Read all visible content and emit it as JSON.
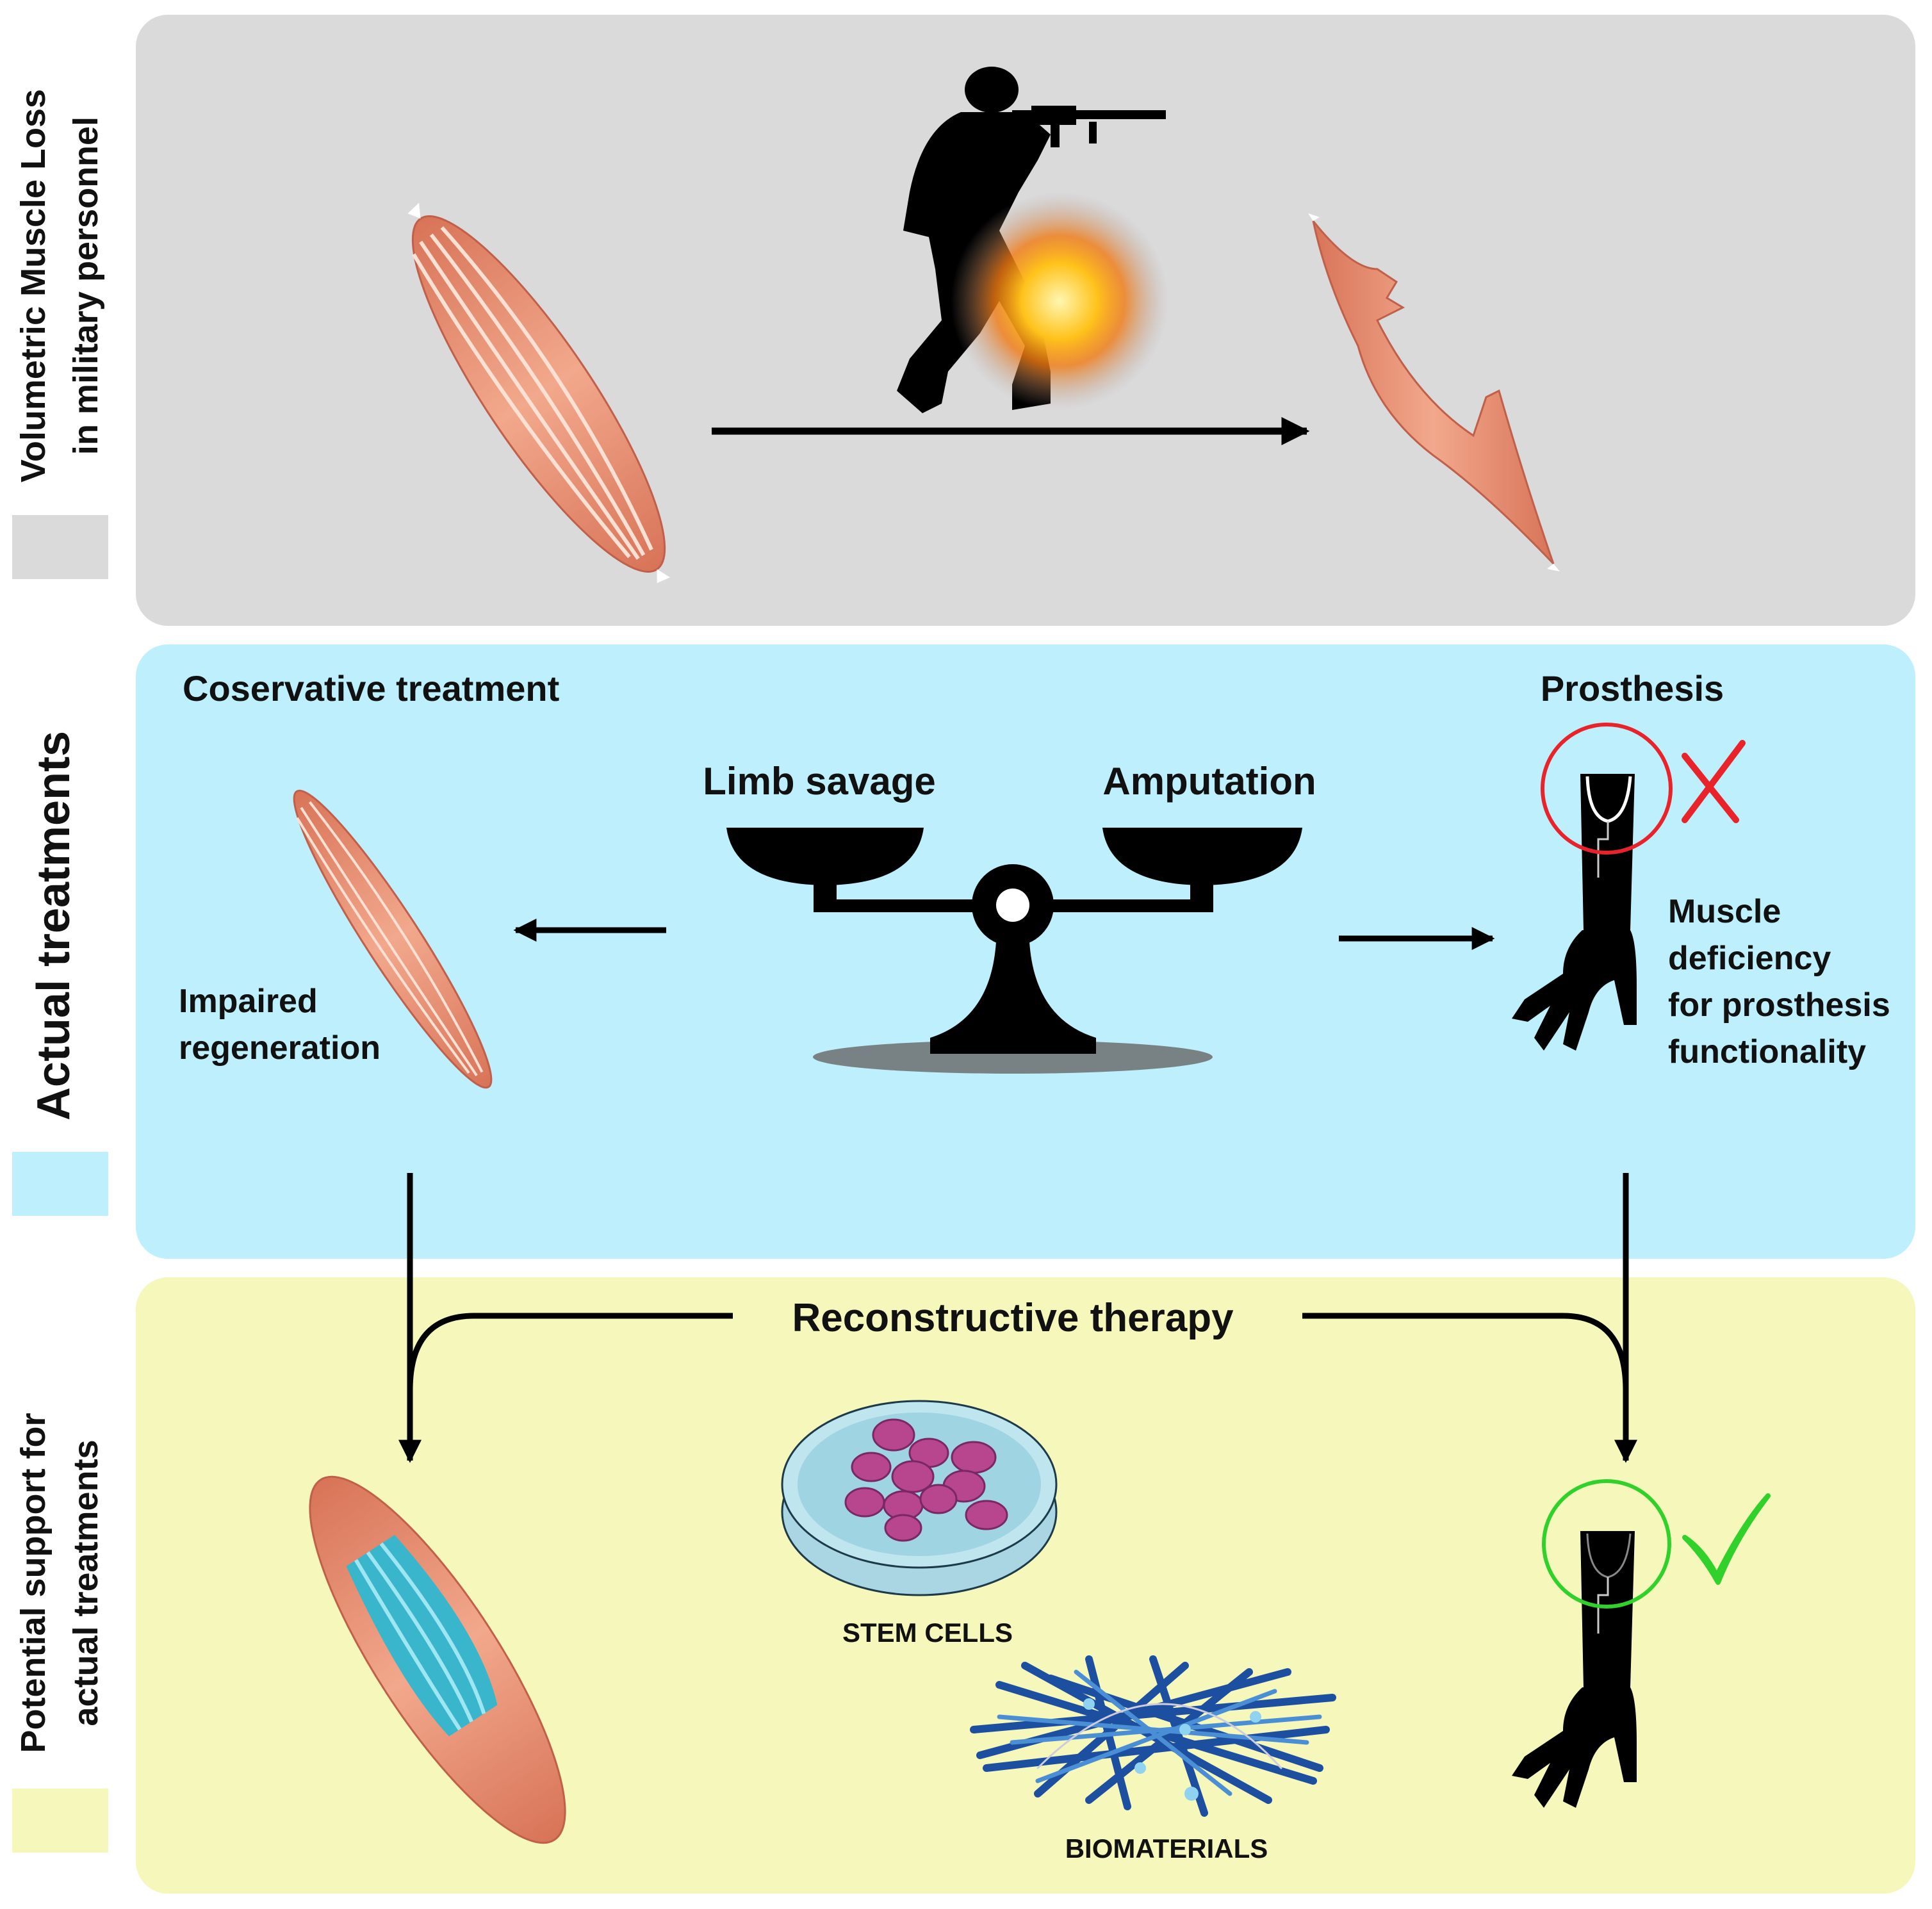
{
  "colors": {
    "panel_top": "#dadada",
    "panel_middle": "#bdf0fc",
    "panel_bottom": "#f5f7bb",
    "muscle": "#e8977a",
    "regenerated_fibers": "#39b6cc",
    "fail_mark": "#e8232a",
    "success_mark": "#2fd12a"
  },
  "side_labels": {
    "top_line1": "Volumetric Muscle Loss",
    "top_line2": "in military personnel",
    "middle": "Actual treatments",
    "bottom_line1": "Potential support for",
    "bottom_line2": "actual treatments"
  },
  "middle_panel": {
    "conservative_title": "Coservative treatment",
    "impaired_line1": "Impaired",
    "impaired_line2": "regeneration",
    "limb_label": "Limb savage",
    "amputation_label": "Amputation",
    "prosthesis_title": "Prosthesis",
    "deficiency_lines": [
      "Muscle",
      "deficiency",
      "for prosthesis",
      "functionality"
    ]
  },
  "bottom_panel": {
    "title": "Reconstructive therapy",
    "stem_cells": "STEM CELLS",
    "biomaterials": "BIOMATERIALS"
  },
  "icons": [
    "soldier-icon",
    "explosion-icon",
    "muscle-icon",
    "torn-muscle-icon",
    "balance-scale-icon",
    "prosthetic-arm-icon",
    "cross-icon",
    "checkmark-icon",
    "petri-dish-icon",
    "scaffold-mesh-icon"
  ]
}
